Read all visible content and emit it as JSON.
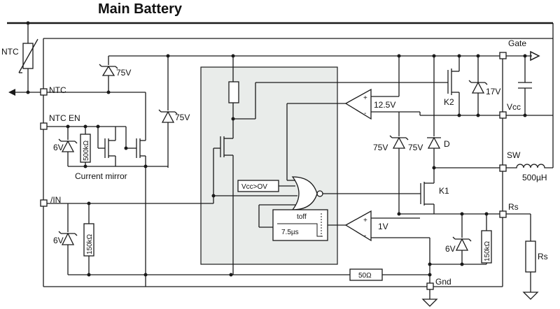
{
  "title": "Main Battery",
  "pins": {
    "ntc": "NTC",
    "ntc_en": "NTC EN",
    "in": "/IN",
    "gate": "Gate",
    "vcc": "Vcc",
    "sw": "SW",
    "rs": "Rs",
    "gnd": "Gnd"
  },
  "components": {
    "ntc_thermistor": "NTC",
    "zener_75v_top": "75V",
    "zener_75v_mid": "75V",
    "zener_6v_en": "6V",
    "res_500k": "500kΩ",
    "current_mirror": "Current mirror",
    "zener_6v_in": "6V",
    "res_150k_in": "150kΩ",
    "comp_12v5": "12.5V",
    "k2": "K2",
    "zener_17v": "17V",
    "zener_75v_a": "75V",
    "zener_75v_b": "75V",
    "diode_d": "D",
    "inductor": "500µH",
    "k1": "K1",
    "vcc_ov": "Vcc>OV",
    "toff": "toff",
    "t_75us": "7.5µs",
    "comp_1v": "1V",
    "zener_6v_rs": "6V",
    "res_150k_rs": "150kΩ",
    "res_rs": "Rs",
    "res_50": "50Ω"
  },
  "comparator_signs": {
    "plus": "+",
    "minus": "-"
  }
}
